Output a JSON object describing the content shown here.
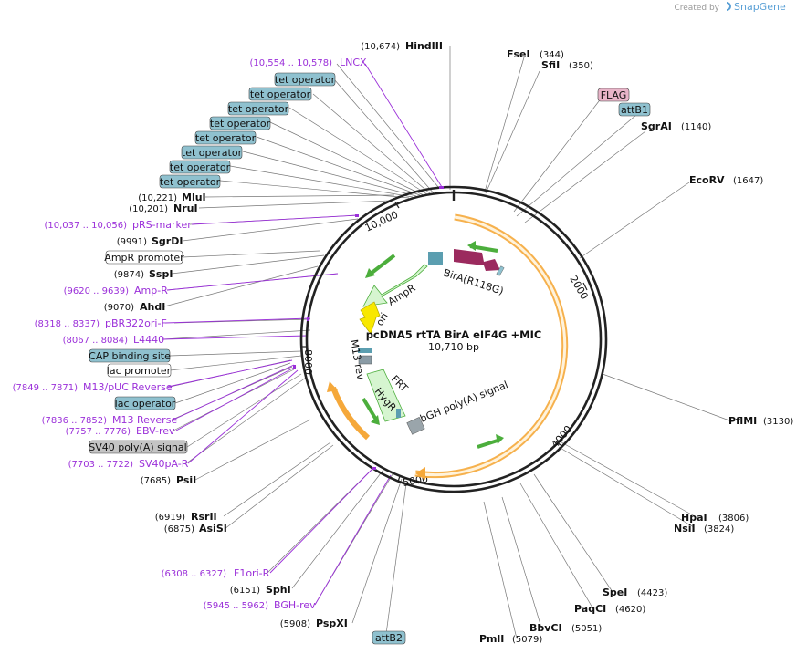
{
  "credit": {
    "text": "Created by",
    "brand": "SnapGene"
  },
  "plasmid": {
    "name": "pcDNA5 rtTA BirA eIF4G +MIC",
    "size": "10,710 bp"
  },
  "ticks": [
    "2000",
    "4000",
    "5000",
    "8000",
    "10,000"
  ],
  "enzymes": [
    {
      "name": "HindIII",
      "pos": "(10,674)"
    },
    {
      "name": "FseI",
      "pos": "(344)"
    },
    {
      "name": "SfiI",
      "pos": "(350)"
    },
    {
      "name": "SgrAI",
      "pos": "(1140)"
    },
    {
      "name": "EcoRV",
      "pos": "(1647)"
    },
    {
      "name": "PflMI",
      "pos": "(3130)"
    },
    {
      "name": "HpaI",
      "pos": "(3806)"
    },
    {
      "name": "NsiI",
      "pos": "(3824)"
    },
    {
      "name": "SpeI",
      "pos": "(4423)"
    },
    {
      "name": "PaqCI",
      "pos": "(4620)"
    },
    {
      "name": "BbvCI",
      "pos": "(5051)"
    },
    {
      "name": "PmlI",
      "pos": "(5079)"
    },
    {
      "name": "PspXI",
      "pos": "(5908)"
    },
    {
      "name": "SphI",
      "pos": "(6151)"
    },
    {
      "name": "AsiSI",
      "pos": "(6875)"
    },
    {
      "name": "RsrII",
      "pos": "(6919)"
    },
    {
      "name": "PsiI",
      "pos": "(7685)"
    },
    {
      "name": "AhdI",
      "pos": "(9070)"
    },
    {
      "name": "SspI",
      "pos": "(9874)"
    },
    {
      "name": "SgrDI",
      "pos": "(9991)"
    },
    {
      "name": "NruI",
      "pos": "(10,201)"
    },
    {
      "name": "MluI",
      "pos": "(10,221)"
    }
  ],
  "primers": [
    {
      "name": "LNCX",
      "pos": "(10,554 .. 10,578)"
    },
    {
      "name": "pRS-marker",
      "pos": "(10,037 .. 10,056)"
    },
    {
      "name": "Amp-R",
      "pos": "(9620 .. 9639)"
    },
    {
      "name": "pBR322ori-F",
      "pos": "(8318 .. 8337)"
    },
    {
      "name": "L4440",
      "pos": "(8067 .. 8084)"
    },
    {
      "name": "M13/pUC Reverse",
      "pos": "(7849 .. 7871)"
    },
    {
      "name": "M13 Reverse",
      "pos": "(7836 .. 7852)"
    },
    {
      "name": "EBV-rev",
      "pos": "(7757 .. 7776)"
    },
    {
      "name": "SV40pA-R",
      "pos": "(7703 .. 7722)"
    },
    {
      "name": "F1ori-R",
      "pos": "(6308 .. 6327)"
    },
    {
      "name": "BGH-rev",
      "pos": "(5945 .. 5962)"
    }
  ],
  "feature_boxes": [
    {
      "label": "tet operator",
      "color": "#8fc1cf"
    },
    {
      "label": "tet operator",
      "color": "#8fc1cf"
    },
    {
      "label": "tet operator",
      "color": "#8fc1cf"
    },
    {
      "label": "tet operator",
      "color": "#8fc1cf"
    },
    {
      "label": "tet operator",
      "color": "#8fc1cf"
    },
    {
      "label": "tet operator",
      "color": "#8fc1cf"
    },
    {
      "label": "tet operator",
      "color": "#8fc1cf"
    },
    {
      "label": "tet operator",
      "color": "#8fc1cf"
    },
    {
      "label": "AmpR promoter",
      "color": "#ffffff"
    },
    {
      "label": "CAP binding site",
      "color": "#8fc1cf"
    },
    {
      "label": "lac promoter",
      "color": "#ffffff"
    },
    {
      "label": "lac operator",
      "color": "#8fc1cf"
    },
    {
      "label": "SV40 poly(A) signal",
      "color": "#c4c4c4"
    },
    {
      "label": "FLAG",
      "color": "#e8b4c8"
    },
    {
      "label": "attB1",
      "color": "#8fc1cf"
    },
    {
      "label": "attB2",
      "color": "#8fc1cf"
    }
  ],
  "inner_labels": {
    "birA": "BirA(R118G)",
    "ampR": "AmpR",
    "ori": "ori",
    "m13rev": "M13 rev",
    "frt": "FRT",
    "hygR": "HygR",
    "bgh": "bGH poly(A) signal"
  },
  "colors": {
    "backbone": "#222222",
    "primer": "#9b30d9",
    "feature_orange": "#f5a83a",
    "feature_green": "#4cae3c",
    "feature_magenta": "#9b2a5e",
    "ori_yellow": "#f8e800",
    "ampR_light": "#d6f5d0"
  }
}
